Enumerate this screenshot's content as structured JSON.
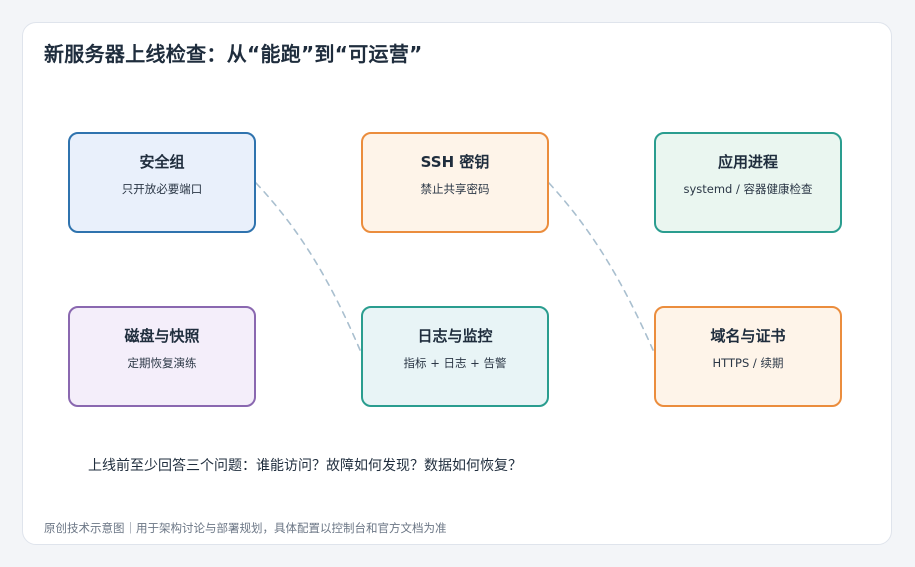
{
  "title": "新服务器上线检查：从“能跑”到“可运营”",
  "nodes": [
    {
      "title": "安全组",
      "subtitle": "只开放必要端口",
      "fill": "#e9f0fb",
      "stroke": "#2f73ae"
    },
    {
      "title": "SSH 密钥",
      "subtitle": "禁止共享密码",
      "fill": "#fef4e9",
      "stroke": "#eb8d3d"
    },
    {
      "title": "应用进程",
      "subtitle": "systemd / 容器健康检查",
      "fill": "#eaf6f0",
      "stroke": "#2a9d8f"
    },
    {
      "title": "磁盘与快照",
      "subtitle": "定期恢复演练",
      "fill": "#f4eefa",
      "stroke": "#8a68b0"
    },
    {
      "title": "日志与监控",
      "subtitle": "指标 + 日志 + 告警",
      "fill": "#e8f4f6",
      "stroke": "#2a9d8f"
    },
    {
      "title": "域名与证书",
      "subtitle": "HTTPS / 续期",
      "fill": "#fef4e9",
      "stroke": "#eb8d3d"
    }
  ],
  "links": [
    [
      0,
      4
    ],
    [
      1,
      5
    ]
  ],
  "footnote": "上线前至少回答三个问题：谁能访问？故障如何发现？数据如何恢复？",
  "caption": "原创技术示意图｜用于架构讨论与部署规划，具体配置以控制台和官方文档为准",
  "colors": {
    "link": "#a9bfcf"
  }
}
